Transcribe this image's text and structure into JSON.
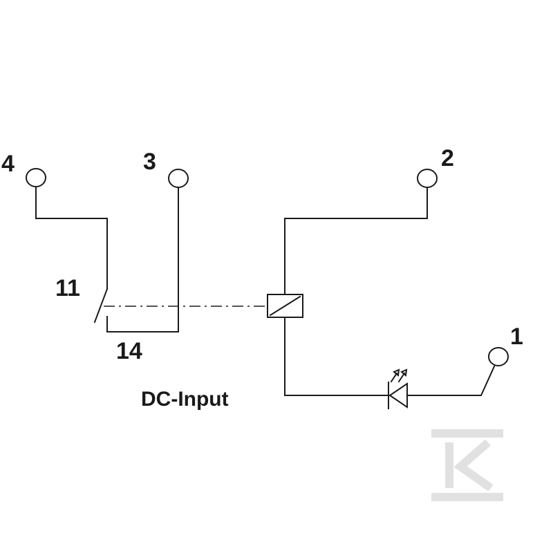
{
  "terminals": {
    "t4": "4",
    "t3": "3",
    "t2": "2",
    "t1": "1"
  },
  "contacts": {
    "c11": "11",
    "c14": "14"
  },
  "caption": "DC-Input",
  "colors": {
    "line": "#1a1a1a",
    "watermark": "#dedede"
  }
}
